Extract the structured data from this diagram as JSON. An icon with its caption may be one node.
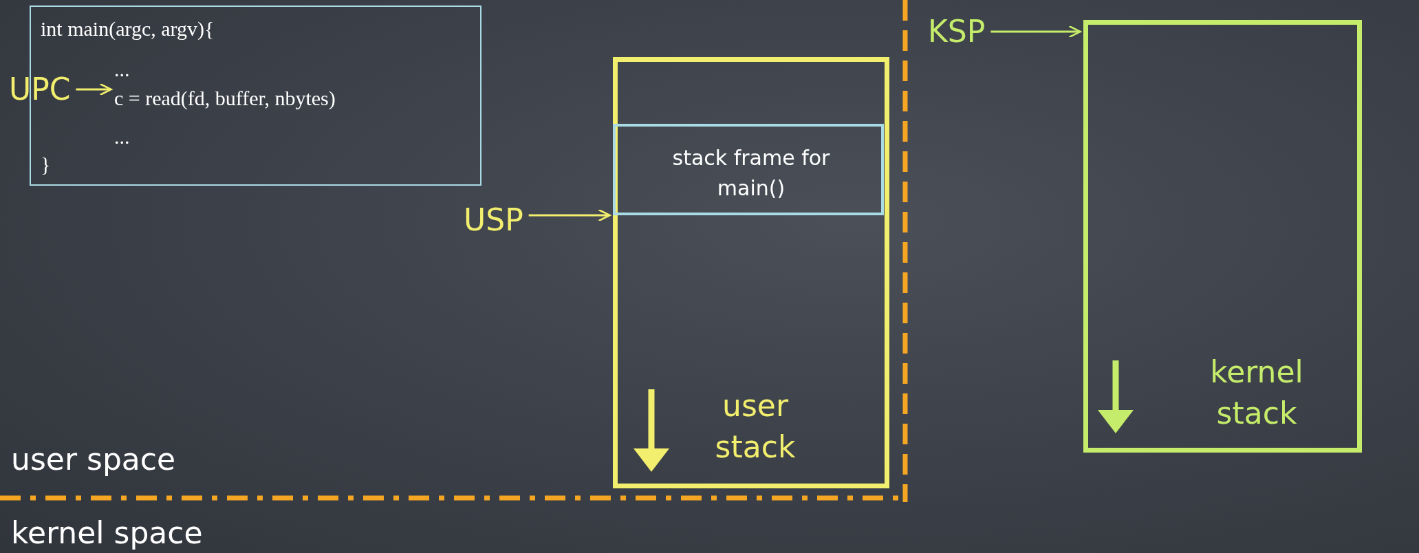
{
  "diagram": {
    "nodes": [
      {
        "text": [
          "int main(argc, argv){",
          "...",
          "...",
          "}"
        ]
      },
      {
        "text": [
          "c = read(fd, buffer, nbytes)"
        ],
        "in": 0
      },
      {
        "text": [
          "UPC"
        ]
      },
      {
        "text": [
          "user stack"
        ]
      },
      {
        "text": [
          "stack frame for main()"
        ],
        "in": 3
      },
      {
        "text": [
          "USP"
        ]
      },
      {
        "text": [
          "kernel stack"
        ]
      },
      {
        "text": [
          "KSP"
        ]
      }
    ],
    "edges": [
      {
        "from": 2,
        "to": 1,
        "arrow": "to"
      },
      {
        "from": 5,
        "to": 4,
        "arrow": "to"
      },
      {
        "from": 7,
        "to": 6,
        "arrow": "to",
        "color": "#c5ec6a"
      }
    ],
    "labels": [
      "user space",
      "kernel space"
    ]
  }
}
